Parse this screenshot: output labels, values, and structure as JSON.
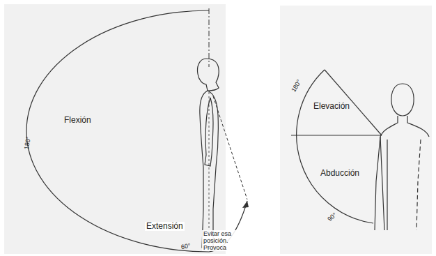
{
  "diagram": {
    "labels": [
      "Flexión",
      "180°",
      "Extensión",
      "60°",
      "Evitar esa posición. Provoca",
      "Elevación",
      "Abducción",
      "180°",
      "90°"
    ]
  }
}
